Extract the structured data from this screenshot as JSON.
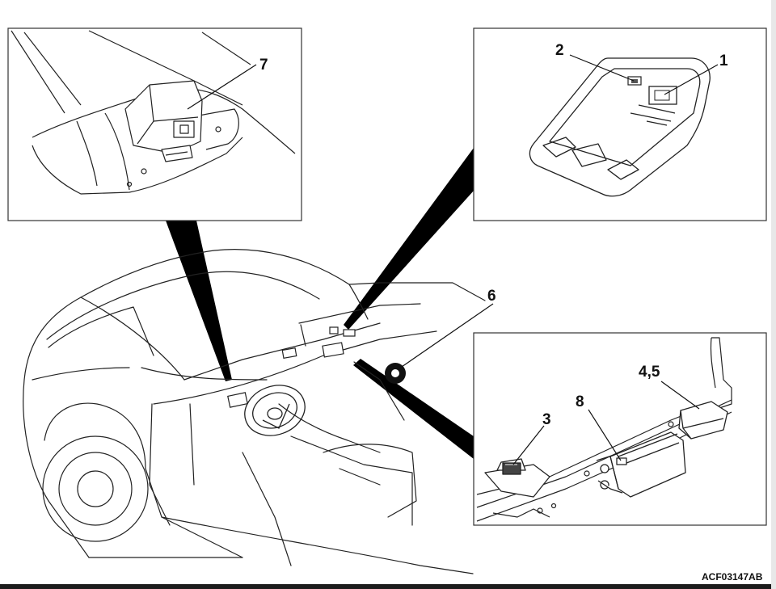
{
  "diagram": {
    "figure_id": "ACF03147AB",
    "callouts": {
      "c1": "1",
      "c2": "2",
      "c3": "3",
      "c45": "4,5",
      "c6": "6",
      "c7": "7",
      "c8": "8"
    }
  }
}
